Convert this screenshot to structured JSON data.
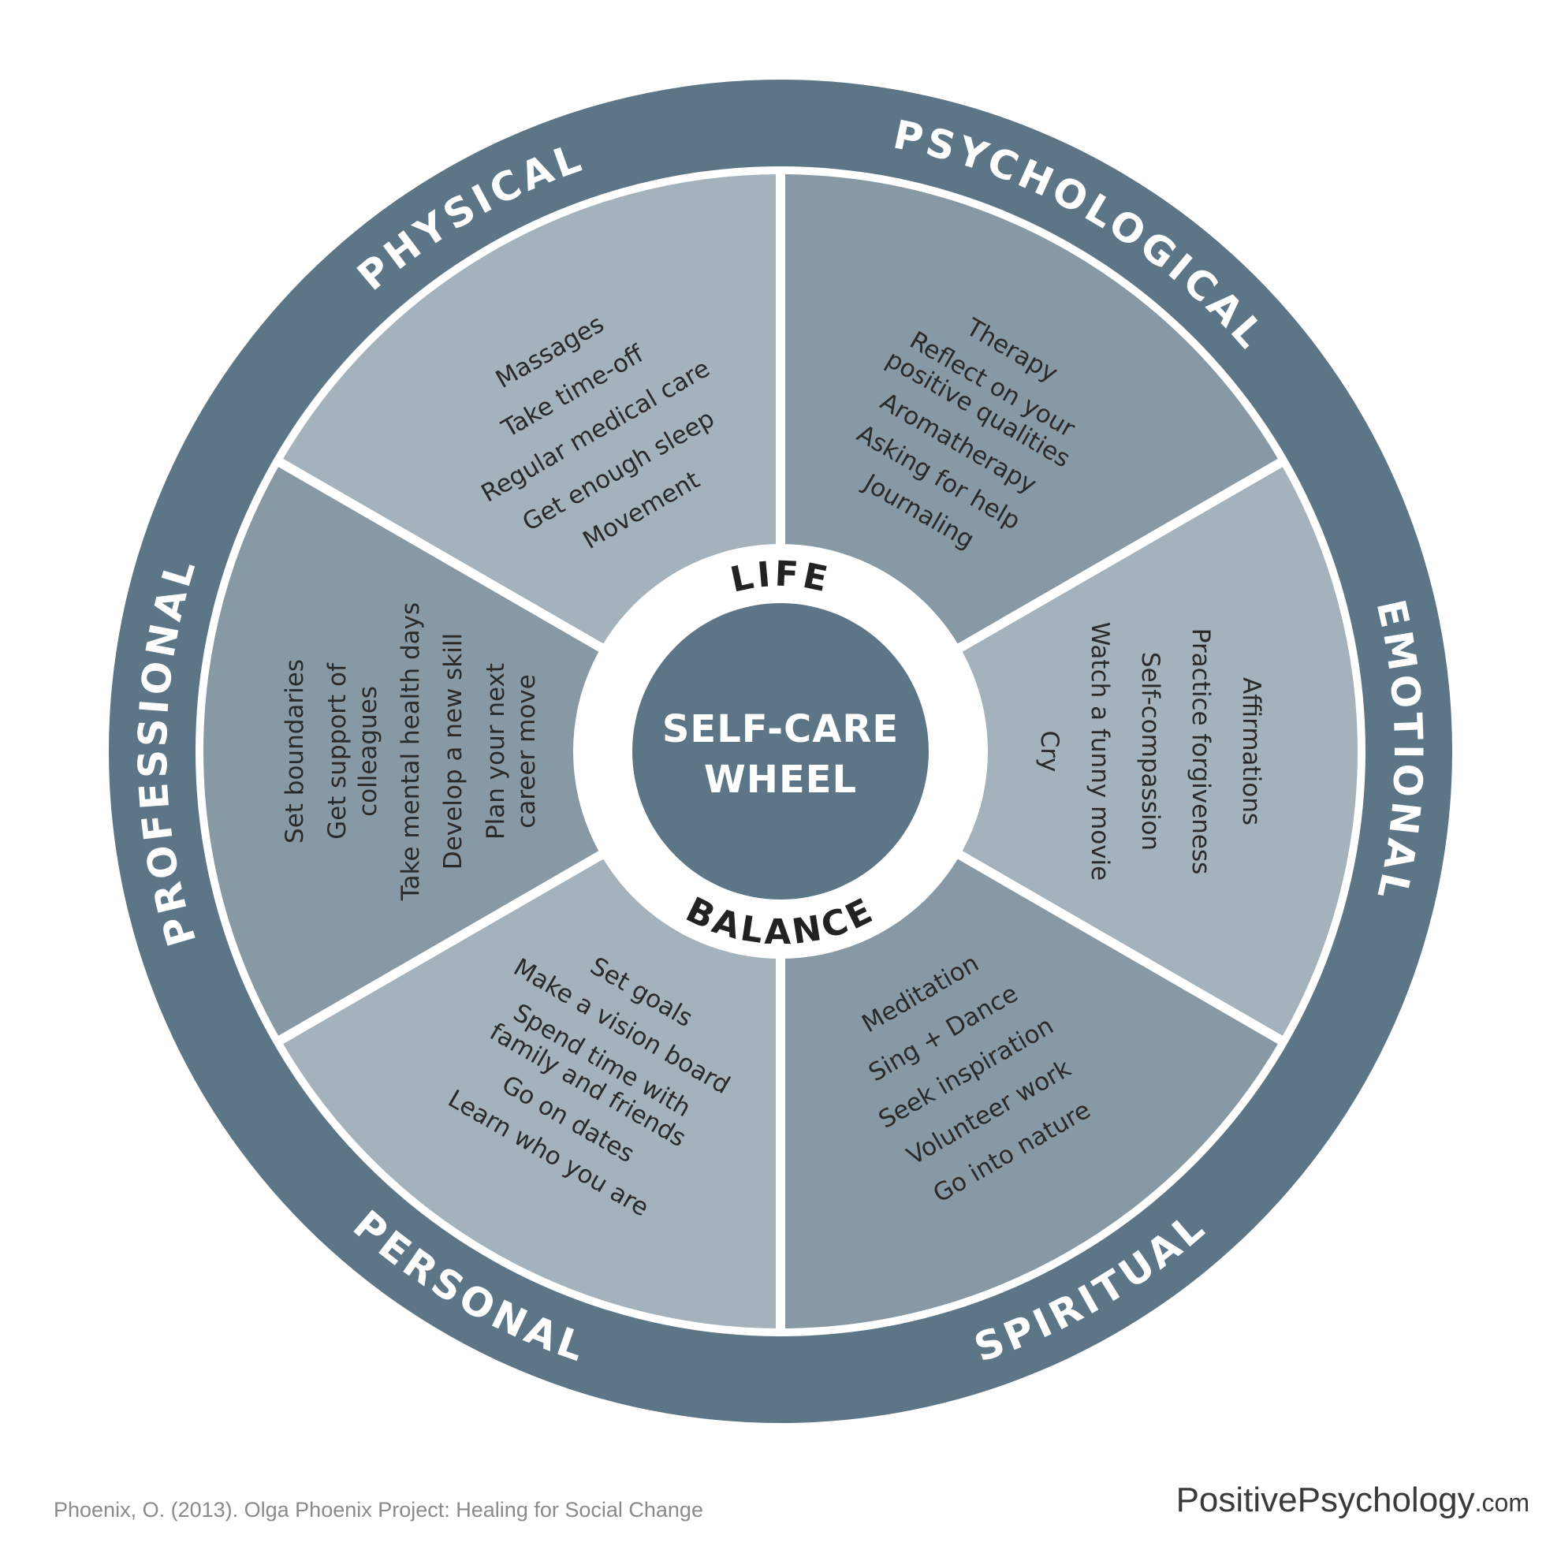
{
  "colors": {
    "ring": "#5d7687",
    "segment_light": "#a4b2bb",
    "segment_dark": "#8799a4",
    "divider": "#ffffff",
    "center": "#5d7687",
    "item_text": "#2a2a2a",
    "label_text": "#ffffff"
  },
  "center": {
    "title_line1": "SELF-CARE",
    "title_line2": "WHEEL",
    "top_arc": "LIFE",
    "bottom_arc": "BALANCE"
  },
  "sections": [
    {
      "id": "physical",
      "label": "PHYSICAL",
      "tone": "light",
      "items": [
        "Massages",
        "Take time-off",
        "Regular medical care",
        "Get enough sleep",
        "Movement"
      ]
    },
    {
      "id": "psychological",
      "label": "PSYCHOLOGICAL",
      "tone": "dark",
      "items": [
        "Therapy",
        "Reflect on your",
        "positive qualities",
        "Aromatherapy",
        "Asking for help",
        "Journaling"
      ]
    },
    {
      "id": "emotional",
      "label": "EMOTIONAL",
      "tone": "light",
      "items": [
        "Affirmations",
        "Practice forgiveness",
        "Self-compassion",
        "Watch a funny movie",
        "Cry"
      ]
    },
    {
      "id": "spiritual",
      "label": "SPIRITUAL",
      "tone": "dark",
      "items": [
        "Meditation",
        "Sing + Dance",
        "Seek inspiration",
        "Volunteer work",
        "Go into nature"
      ]
    },
    {
      "id": "personal",
      "label": "PERSONAL",
      "tone": "light",
      "items": [
        "Set goals",
        "Make a vision board",
        "Spend time with",
        "family and friends",
        "Go on dates",
        "Learn who you are"
      ]
    },
    {
      "id": "professional",
      "label": "PROFESSIONAL",
      "tone": "dark",
      "items": [
        "Set boundaries",
        "Get support of",
        "colleagues",
        "Take mental health days",
        "Develop a new skill",
        "Plan your next",
        "career move"
      ]
    }
  ],
  "footer": {
    "credit": "Phoenix, O. (2013). Olga Phoenix Project: Healing for Social Change",
    "brand": "PositivePsychology",
    "brand_suffix": ".com"
  }
}
